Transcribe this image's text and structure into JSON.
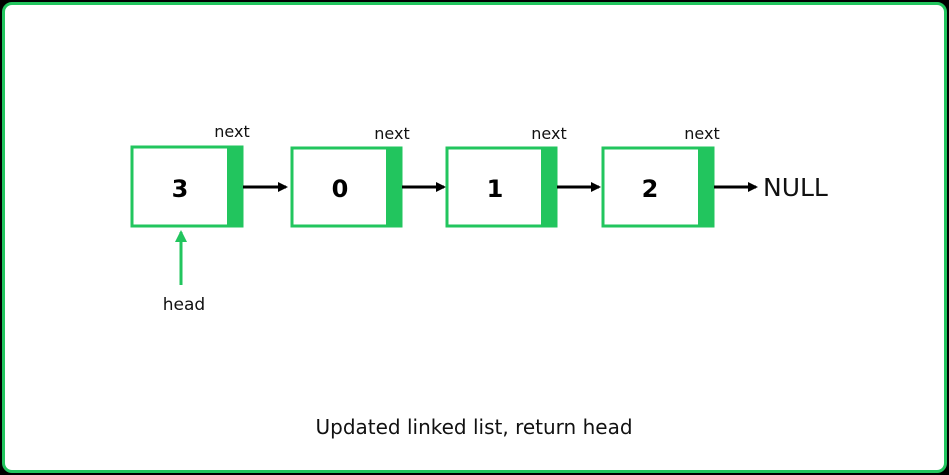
{
  "diagram": {
    "nodes": [
      {
        "value": "3",
        "next_label": "next"
      },
      {
        "value": "0",
        "next_label": "next"
      },
      {
        "value": "1",
        "next_label": "next"
      },
      {
        "value": "2",
        "next_label": "next"
      }
    ],
    "terminal_label": "NULL",
    "head_label": "head",
    "caption": "Updated linked list, return head"
  },
  "colors": {
    "accent": "#22c55e",
    "arrow": "#000000",
    "background": "#ffffff"
  }
}
